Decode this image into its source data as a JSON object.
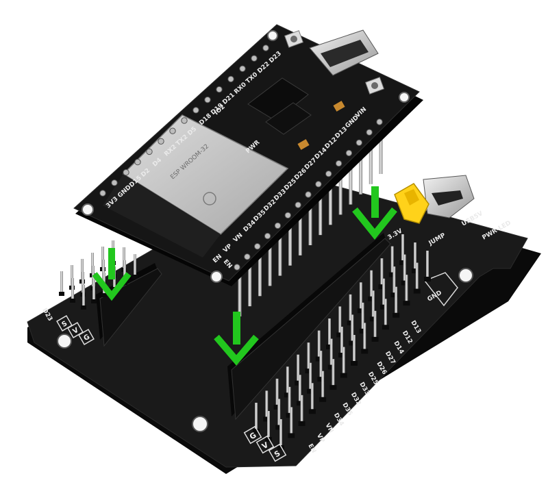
{
  "module": {
    "shield_label": "ESP WROOM-32",
    "top_header_labels": [
      "3V3",
      "GND",
      "D15",
      "D2",
      "D4",
      "RX2",
      "TX2",
      "D5",
      "D18",
      "D19",
      "D21",
      "RX0",
      "TX0",
      "D22",
      "D23"
    ],
    "bottom_header_labels": [
      "VIN",
      "GND",
      "D13",
      "D12",
      "D14",
      "D27",
      "D26",
      "D25",
      "D33",
      "D32",
      "D35",
      "D34",
      "VN",
      "VP",
      "EN"
    ],
    "board_silk": [
      "EN",
      "PWR",
      "IO2"
    ]
  },
  "base": {
    "right_labels": [
      "D13",
      "D12",
      "D14",
      "D27",
      "D26",
      "D25",
      "D33",
      "D32",
      "D35",
      "D34",
      "VN",
      "VP",
      "EN"
    ],
    "left_labels": [
      "D23"
    ],
    "pin_legend": [
      "S",
      "V",
      "G"
    ],
    "power_labels": [
      "USB5V",
      "PWR-LED",
      "JUMP",
      "3.3V",
      "GND"
    ]
  },
  "colors": {
    "pcb": "#141414",
    "arrow": "#22c71e",
    "jumper": "#ffd21a",
    "module_shield": "#c9c9c9"
  },
  "icons": [
    "green-down-arrow",
    "usb-c-port",
    "yellow-jumper"
  ]
}
